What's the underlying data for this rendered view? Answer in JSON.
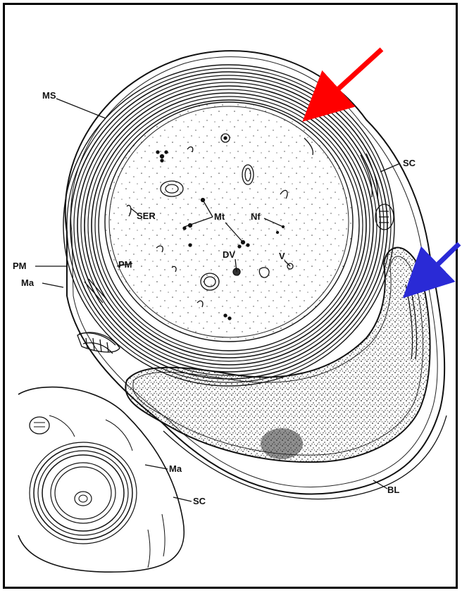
{
  "labels": {
    "ms": "MS",
    "sc_top": "SC",
    "ser": "SER",
    "mt": "Mt",
    "nf": "Nf",
    "pm_outer": "PM",
    "pm_inner": "PM",
    "dv": "DV",
    "v": "V",
    "ma_top": "Ma",
    "bl": "BL",
    "ma_bottom": "Ma",
    "sc_bottom": "SC"
  },
  "arrows": {
    "red": {
      "color": "#ff0000",
      "target": "myelin-sheath"
    },
    "blue": {
      "color": "#2a2ad6",
      "target": "schwann-cell-nucleus"
    }
  },
  "colors": {
    "ink": "#111111",
    "border": "#000000",
    "background": "#ffffff"
  }
}
